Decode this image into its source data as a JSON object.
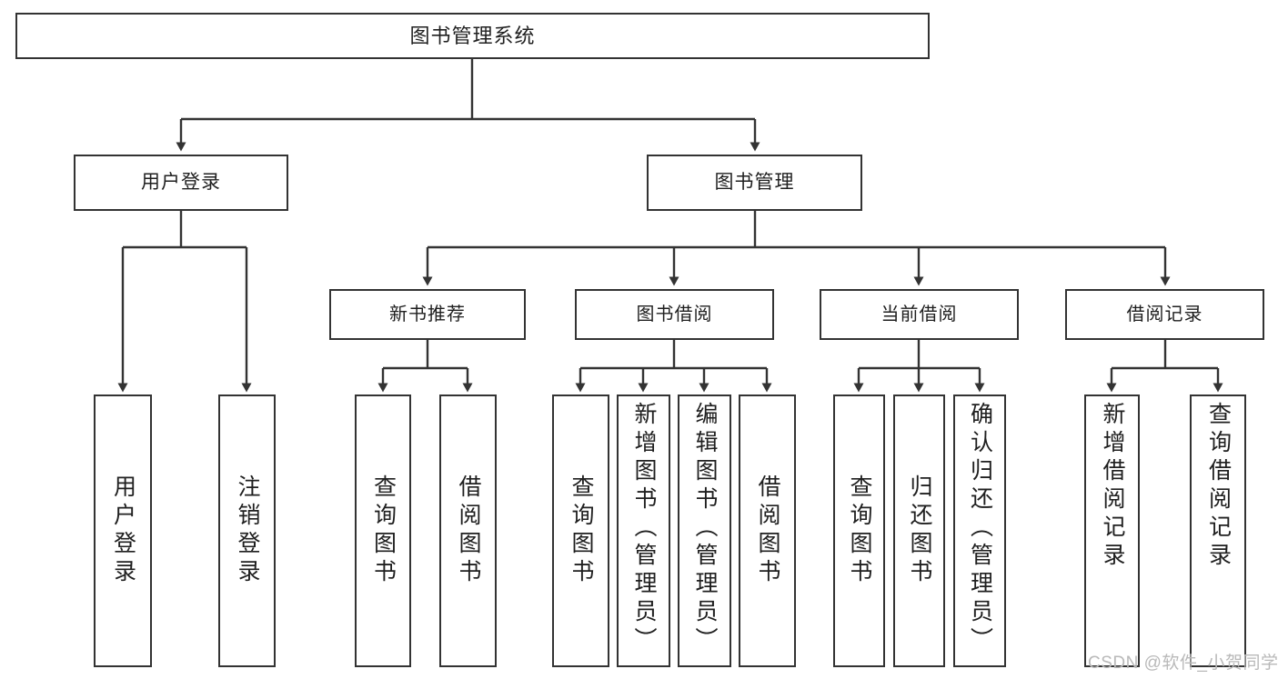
{
  "diagram": {
    "title": "图书管理系统",
    "type": "tree-hierarchy-diagram",
    "colors": {
      "box_border": "#333333",
      "box_fill": "#ffffff",
      "line": "#333333",
      "text": "#1f1f1f",
      "watermark": "#b9b9b9",
      "background": "#ffffff"
    },
    "root": {
      "label": "图书管理系统"
    },
    "level2": [
      {
        "label": "用户登录"
      },
      {
        "label": "图书管理"
      }
    ],
    "level3": [
      {
        "label": "新书推荐"
      },
      {
        "label": "图书借阅"
      },
      {
        "label": "当前借阅"
      },
      {
        "label": "借阅记录"
      }
    ],
    "leaves": {
      "user_login": [
        {
          "label": "用户登录"
        },
        {
          "label": "注销登录"
        }
      ],
      "new_book_recommend": [
        {
          "label": "查询图书"
        },
        {
          "label": "借阅图书"
        }
      ],
      "book_borrow": [
        {
          "label": "查询图书"
        },
        {
          "label": "新增图书（管理员）"
        },
        {
          "label": "编辑图书（管理员）"
        },
        {
          "label": "借阅图书"
        }
      ],
      "current_borrow": [
        {
          "label": "查询图书"
        },
        {
          "label": "归还图书"
        },
        {
          "label": "确认归还（管理员）"
        }
      ],
      "borrow_record": [
        {
          "label": "新增借阅记录"
        },
        {
          "label": "查询借阅记录"
        }
      ]
    }
  },
  "watermark": {
    "text": "CSDN @软件_小贺同学"
  }
}
